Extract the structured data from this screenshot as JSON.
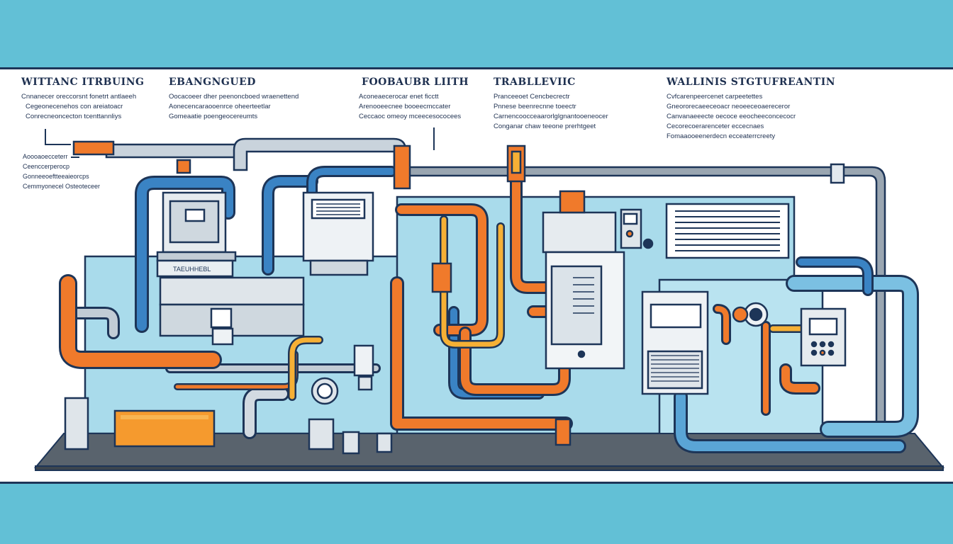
{
  "labels": [
    {
      "title": "WITTANC ITRBUING",
      "lines": [
        "Cnnanecer oreccorsnt fonetrt antlaeeh",
        "Cegeonecenehos con areiatoacr",
        "Conrecneoncecton tcenttannliys"
      ]
    },
    {
      "title": "EBANGNGUED",
      "lines": [
        "Oocacoeer dher peenoncboed wraenettend",
        "Aonecencaraooenrce oheerteetlar",
        "Gomeaatie poengeocereumts"
      ]
    },
    {
      "title": "FOOBAUBR LIITH",
      "lines": [
        "Aconeaecerocar enet ficctt",
        "Arenooeecnee booeecmccater",
        "Ceccaoc omeoy mceecesococees"
      ]
    },
    {
      "title": "TRABLLEVIIC",
      "lines": [
        "Pranceeoet Cencbecrectr",
        "Pnnese beenrecnne toeectr",
        "Carnencoocceaarorlglgnantooeneocer",
        "Conganar chaw teeone prerhtgeet"
      ]
    },
    {
      "title": "WALLINIS STGTUFREANTIN",
      "lines": [
        "Cvfcarenpeercenet carpeetettes",
        "Gneororecaeeceoacr neoeeceoaereceror",
        "Canvanaeeecte oecoce eeocheeconcecocr",
        "Cecorecoerarenceter eccecnaes",
        "Fomaaooeenerdecn ecceaterrcreety"
      ]
    }
  ],
  "side_note": [
    "Aoooaoecceterr",
    "Ceenccerperocp",
    "Gonneeoeftteeaieorcps",
    "Cemmyonecel Osteoteceer"
  ],
  "unit_texts": [
    "TAEUHHEBL"
  ],
  "colors": {
    "background": "#62c0d6",
    "panel": "#ffffff",
    "outline": "#1d3558",
    "water_blue": "#3a83c4",
    "duct_grey": "#c7d1da",
    "pipe_orange": "#f07a2b",
    "pipe_yellow": "#f6b035",
    "wall_blue": "#a9dbeb",
    "floor": "#55606b"
  }
}
